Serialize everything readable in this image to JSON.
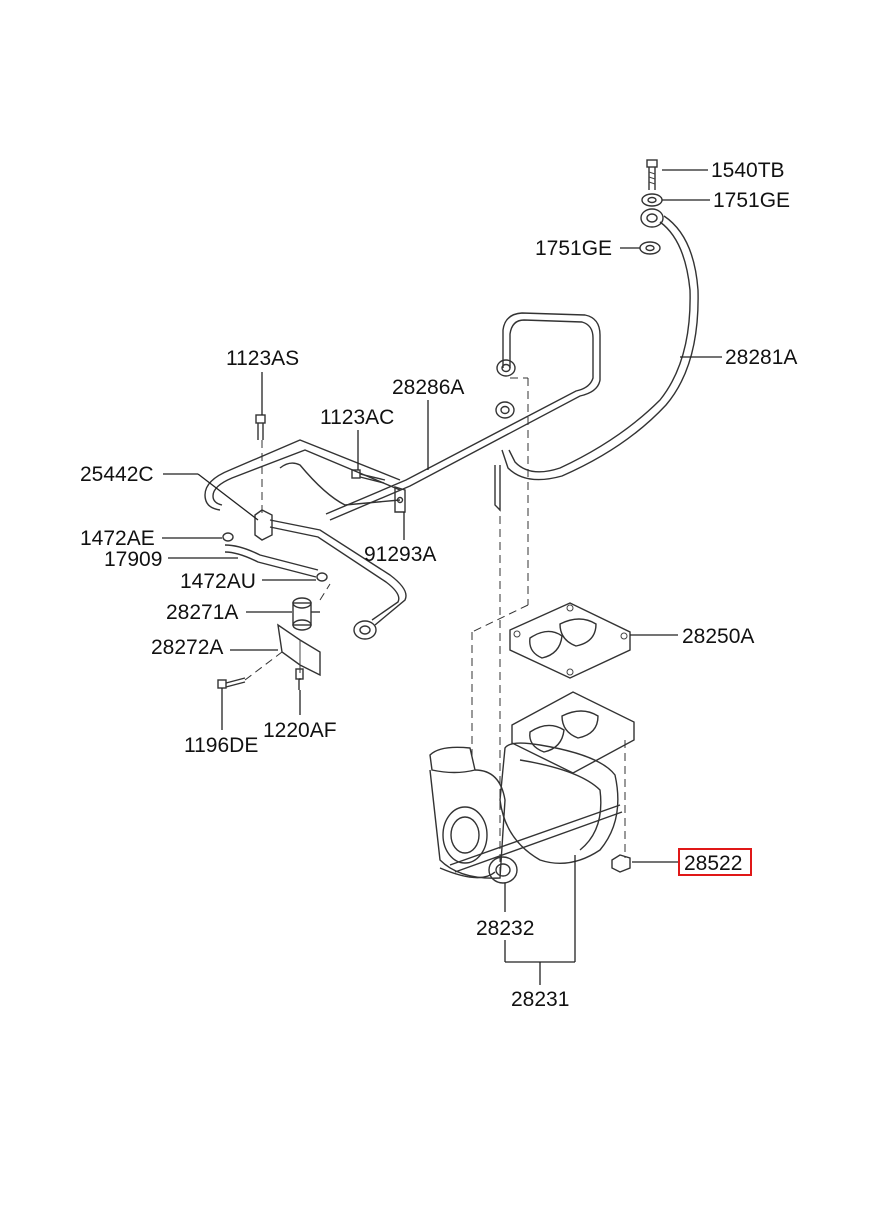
{
  "diagram": {
    "highlight_color": "#e01818",
    "labels": {
      "p1540TB": "1540TB",
      "p1751GE_top": "1751GE",
      "p1751GE_mid": "1751GE",
      "p28281A": "28281A",
      "p1123AS": "1123AS",
      "p28286A": "28286A",
      "p1123AC": "1123AC",
      "p25442C": "25442C",
      "p1472AE": "1472AE",
      "p17909": "17909",
      "p91293A": "91293A",
      "p1472AU": "1472AU",
      "p28271A": "28271A",
      "p28272A": "28272A",
      "p28250A": "28250A",
      "p1196DE": "1196DE",
      "p1220AF": "1220AF",
      "p28522": "28522",
      "p28232": "28232",
      "p28231": "28231"
    }
  }
}
